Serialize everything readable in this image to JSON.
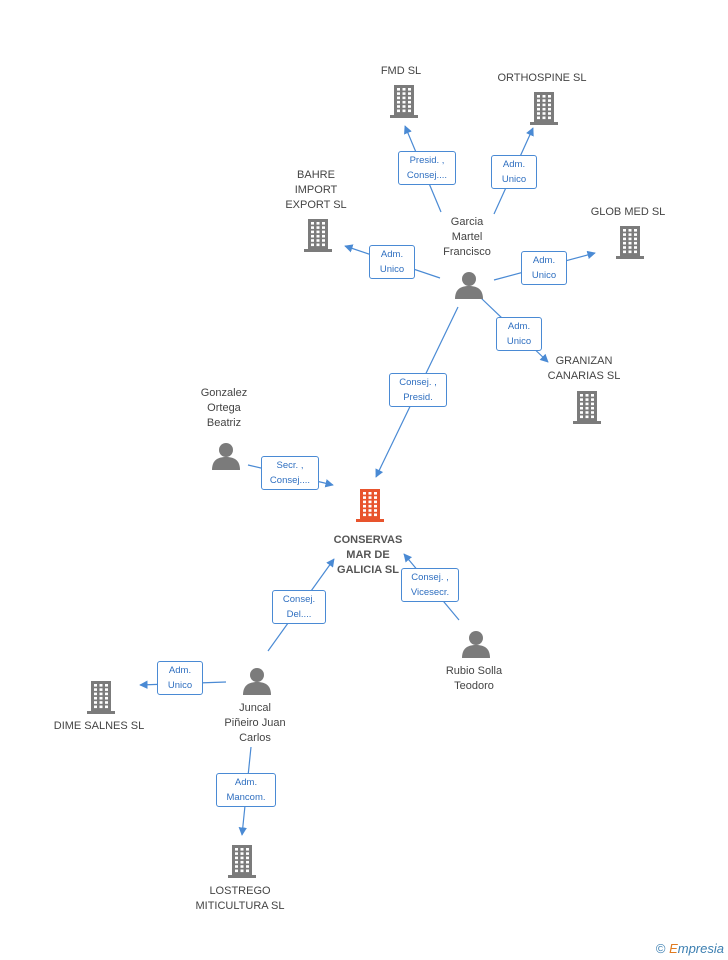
{
  "colors": {
    "accent": "#e8542d",
    "node": "#7b7b7b",
    "edge": "#4a8ad4"
  },
  "brand": {
    "symbol": "©",
    "initial": "E",
    "rest": "mpresia"
  },
  "nodes": {
    "conservas": {
      "label": "CONSERVAS\nMAR DE\nGALICIA SL",
      "kind": "company",
      "main": true
    },
    "fmd": {
      "label": "FMD SL",
      "kind": "company"
    },
    "orthospine": {
      "label": "ORTHOSPINE  SL",
      "kind": "company"
    },
    "bahre": {
      "label": "BAHRE\nIMPORT\nEXPORT SL",
      "kind": "company"
    },
    "globmed": {
      "label": "GLOB MED SL",
      "kind": "company"
    },
    "granizan": {
      "label": "GRANIZAN\nCANARIAS  SL",
      "kind": "company"
    },
    "garcia": {
      "label": "Garcia\nMartel\nFrancisco",
      "kind": "person"
    },
    "gonzalez": {
      "label": "Gonzalez\nOrtega\nBeatriz",
      "kind": "person"
    },
    "rubio": {
      "label": "Rubio Solla\nTeodoro",
      "kind": "person"
    },
    "juncal": {
      "label": "Juncal\nPiñeiro Juan\nCarlos",
      "kind": "person"
    },
    "dime": {
      "label": "DIME SALNES SL",
      "kind": "company"
    },
    "lostrego": {
      "label": "LOSTREGO\nMITICULTURA  SL",
      "kind": "company"
    }
  },
  "edges": [
    {
      "id": "garcia-fmd",
      "label": "Presid. ,\nConsej...."
    },
    {
      "id": "garcia-orthospine",
      "label": "Adm.\nUnico"
    },
    {
      "id": "garcia-bahre",
      "label": "Adm.\nUnico"
    },
    {
      "id": "garcia-globmed",
      "label": "Adm.\nUnico"
    },
    {
      "id": "garcia-granizan",
      "label": "Adm.\nUnico"
    },
    {
      "id": "garcia-conservas",
      "label": "Consej. ,\nPresid."
    },
    {
      "id": "gonzalez-conservas",
      "label": "Secr. ,\nConsej...."
    },
    {
      "id": "rubio-conservas",
      "label": "Consej. ,\nVicesecr."
    },
    {
      "id": "juncal-conservas",
      "label": "Consej.\nDel...."
    },
    {
      "id": "juncal-dime",
      "label": "Adm.\nUnico"
    },
    {
      "id": "juncal-lostrego",
      "label": "Adm.\nMancom."
    }
  ]
}
